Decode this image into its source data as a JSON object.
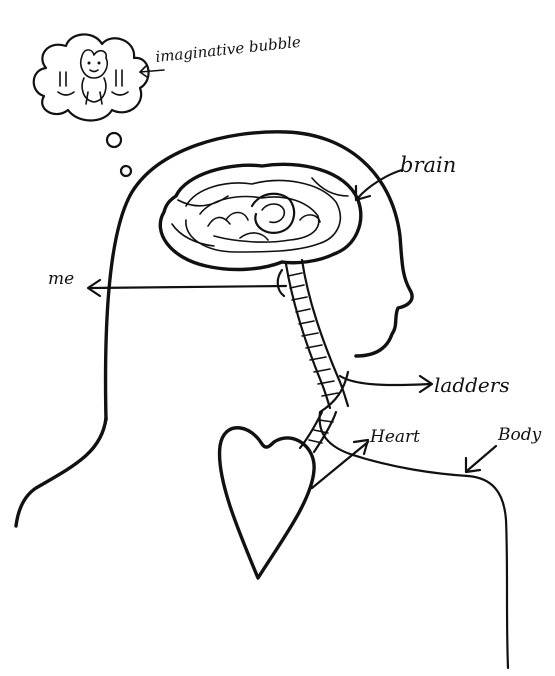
{
  "labels": {
    "bubble": "imaginative bubble",
    "brain": "brain",
    "me": "me",
    "ladders": "ladders",
    "heart": "Heart",
    "body": "Body"
  },
  "colors": {
    "ink": "#111111",
    "paper": "#ffffff"
  },
  "icons": [
    "thought-bubble-icon",
    "teddy-bear-icon",
    "brain-icon",
    "heart-icon",
    "arrow-icon"
  ]
}
